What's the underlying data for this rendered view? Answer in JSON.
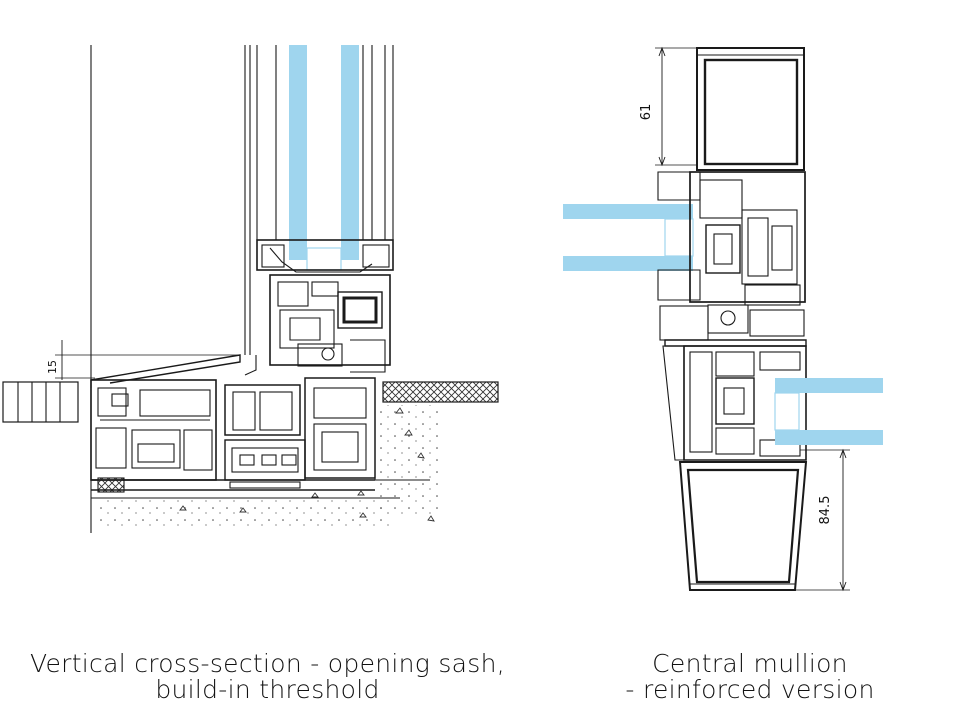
{
  "captions": {
    "left_line1": "Vertical cross-section - opening sash,",
    "left_line2": "build-in threshold",
    "right_line1": "Central mullion",
    "right_line2": "- reinforced version"
  },
  "dimensions": {
    "left_threshold": "15",
    "mullion_top": "61",
    "mullion_bottom": "84.5"
  },
  "colors": {
    "glass": "#9fd5ee",
    "line": "#1a1a1a",
    "hatch": "#333333"
  }
}
